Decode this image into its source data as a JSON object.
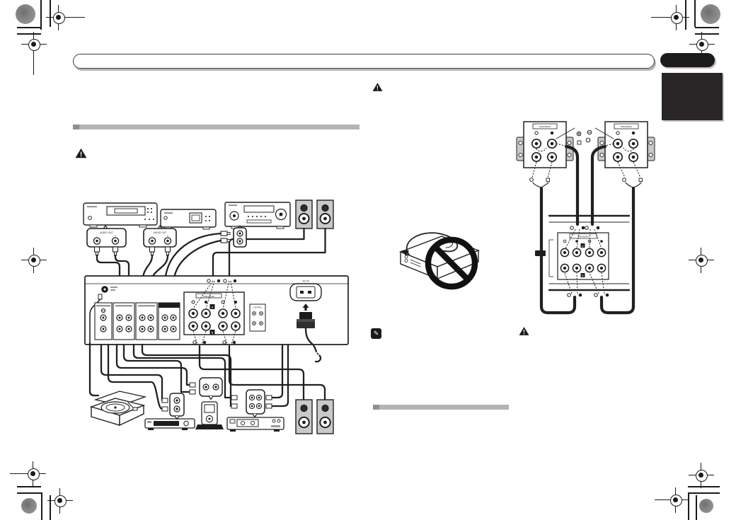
{
  "icons": {
    "caution_exclamation": "!",
    "note_pencil": "✎"
  },
  "diagram_labels": {
    "speakers": "SPEAKERS",
    "audio_out": "AUDIO OUT",
    "ac_in": "AC IN",
    "control": "CONTROL",
    "terminal_a": "A",
    "terminal_b": "B",
    "channel_left": "L",
    "channel_right": "R"
  },
  "colors": {
    "ink": "#231f20",
    "gray_bar": "#b4b4b4",
    "gray_bar_cap": "#8f8f8f",
    "speaker_gray": "#c9c9c9",
    "tab_black": "#2a2627"
  }
}
